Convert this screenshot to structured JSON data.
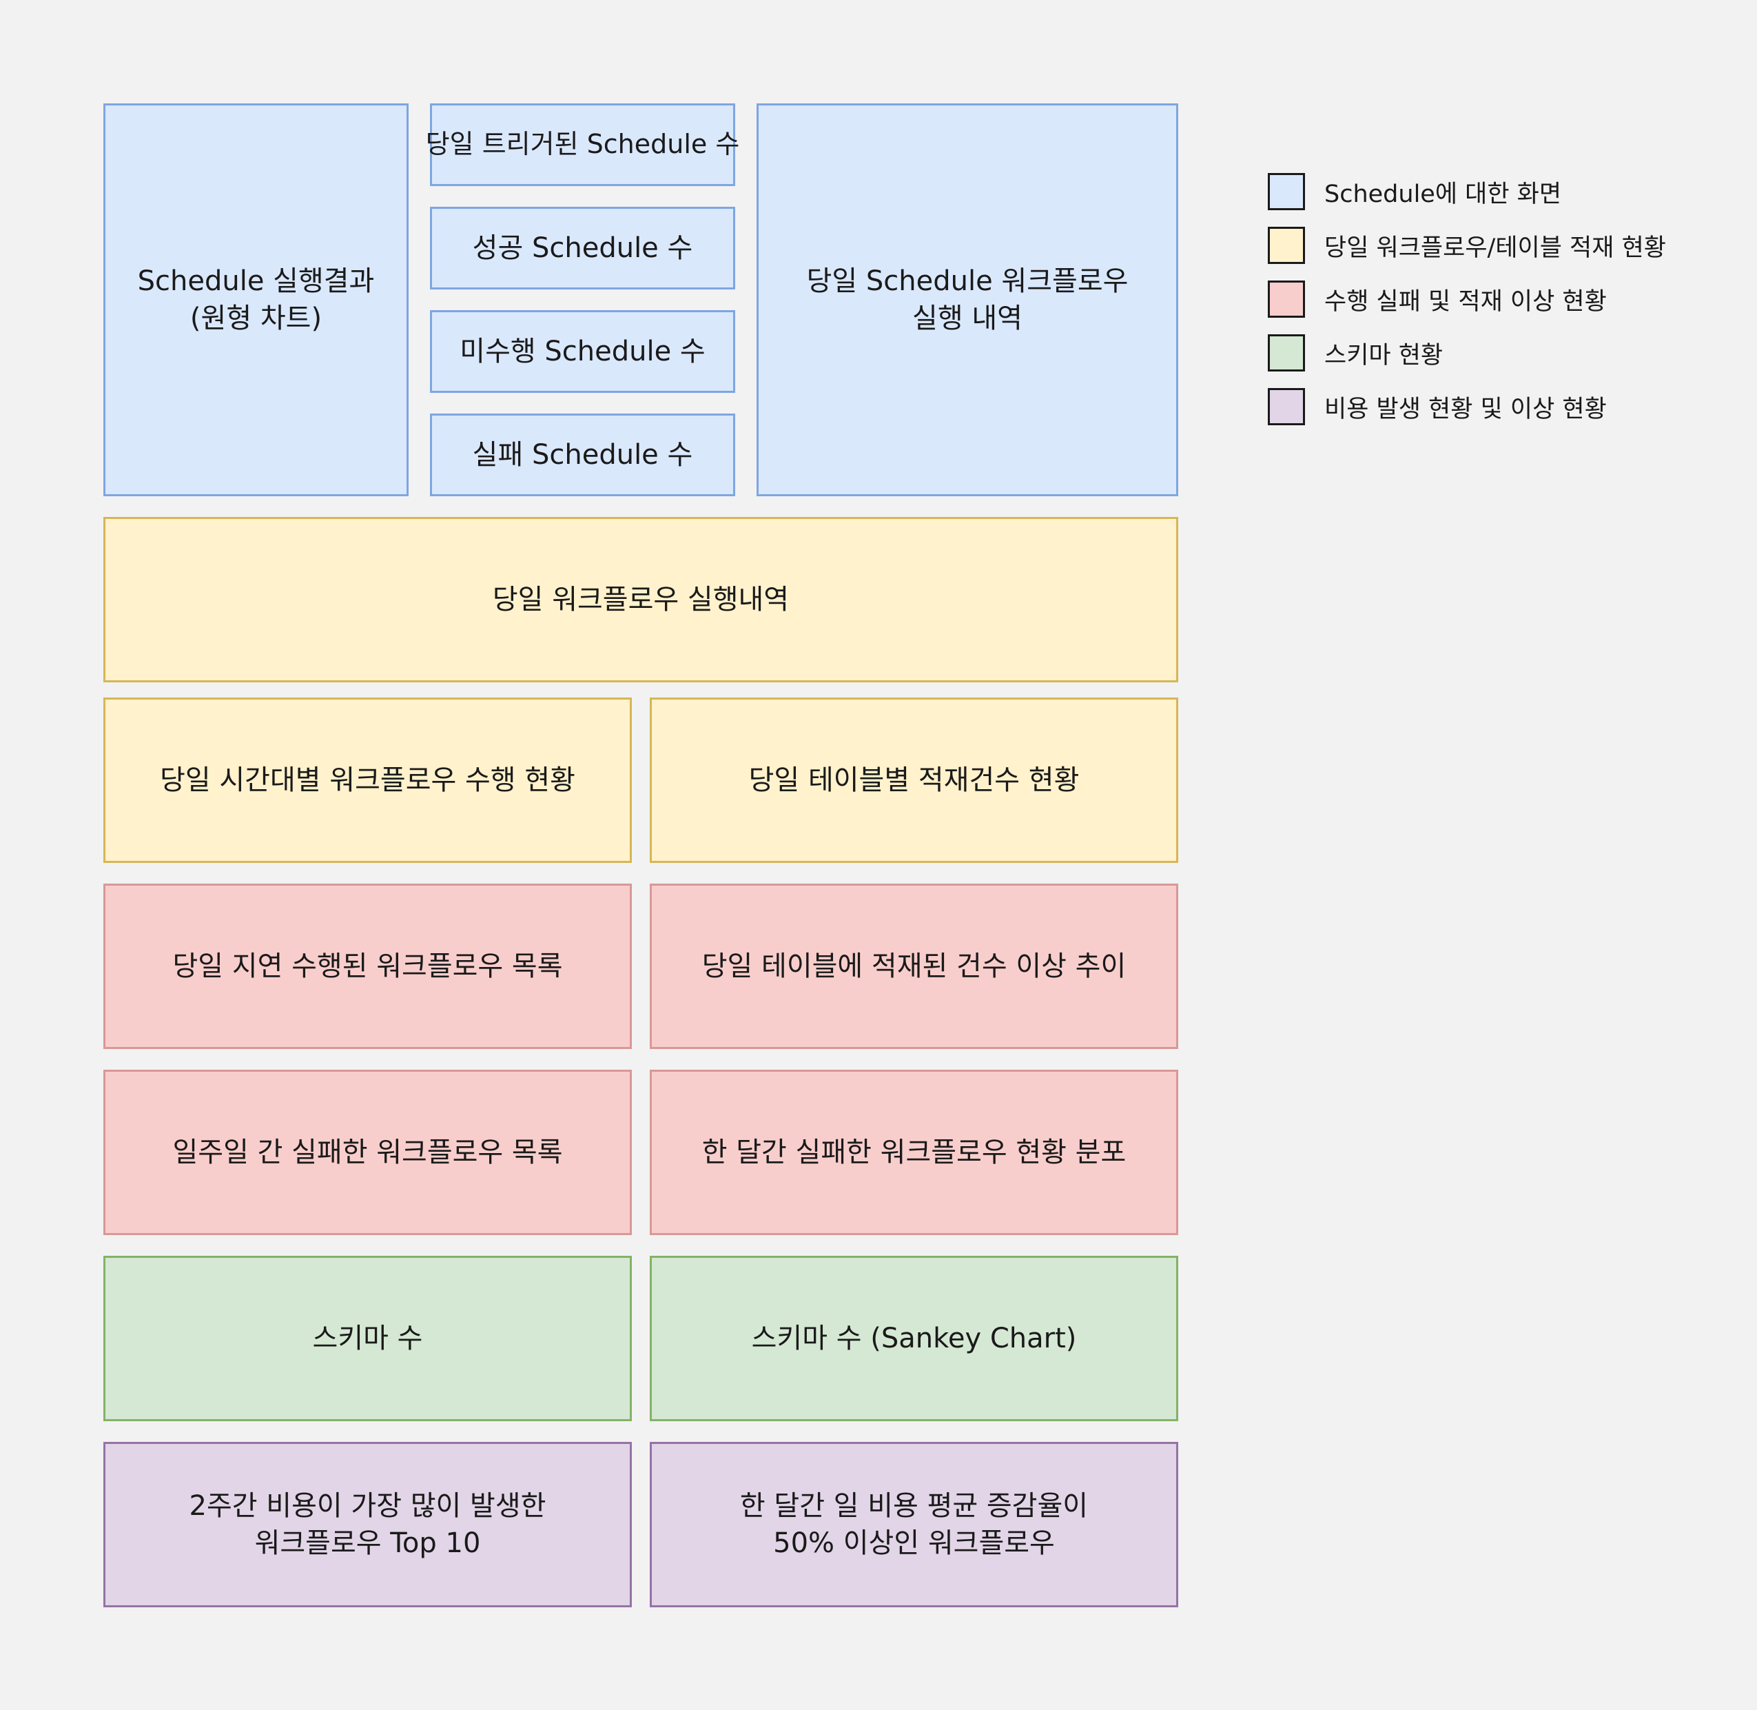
{
  "blocks": {
    "schedule_result": {
      "lines": [
        "Schedule 실행결과",
        "(원형 차트)"
      ]
    },
    "triggered_count": {
      "label": "당일 트리거된 Schedule 수"
    },
    "success_count": {
      "label": "성공 Schedule 수"
    },
    "pending_count": {
      "label": "미수행 Schedule 수"
    },
    "failed_count": {
      "label": "실패 Schedule 수"
    },
    "schedule_workflow_history": {
      "lines": [
        "당일 Schedule 워크플로우",
        "실행 내역"
      ]
    },
    "workflow_history": {
      "label": "당일 워크플로우 실행내역"
    },
    "hourly_workflow": {
      "label": "당일 시간대별 워크플로우 수행 현황"
    },
    "table_load_count": {
      "label": "당일 테이블별 적재건수 현황"
    },
    "delayed_workflows": {
      "label": "당일 지연 수행된 워크플로우 목록"
    },
    "table_load_anomaly": {
      "label": "당일 테이블에 적재된 건수 이상 추이"
    },
    "weekly_failed": {
      "label": "일주일 간 실패한 워크플로우 목록"
    },
    "monthly_failed_dist": {
      "label": "한 달간 실패한 워크플로우 현황 분포"
    },
    "schema_count": {
      "label": "스키마 수"
    },
    "schema_sankey": {
      "label": "스키마 수 (Sankey Chart)"
    },
    "top_cost": {
      "lines": [
        "2주간 비용이 가장 많이 발생한",
        "워크플로우 Top 10"
      ]
    },
    "cost_increase": {
      "lines": [
        "한 달간 일 비용 평균 증감율이",
        "50% 이상인 워크플로우"
      ]
    }
  },
  "legend": [
    {
      "label": "Schedule에 대한 화면",
      "color": "#dae8fc",
      "border": "#7ea6e0"
    },
    {
      "label": "당일 워크플로우/테이블 적재 현황",
      "color": "#fff2cc",
      "border": "#d6b656"
    },
    {
      "label": "수행 실패 및 적재 이상 현황",
      "color": "#f8cecc",
      "border": "#d99896"
    },
    {
      "label": "스키마 현황",
      "color": "#d5e8d4",
      "border": "#82b366"
    },
    {
      "label": "비용 발생 현황 및 이상 현황",
      "color": "#e1d5e7",
      "border": "#9673a6"
    }
  ]
}
